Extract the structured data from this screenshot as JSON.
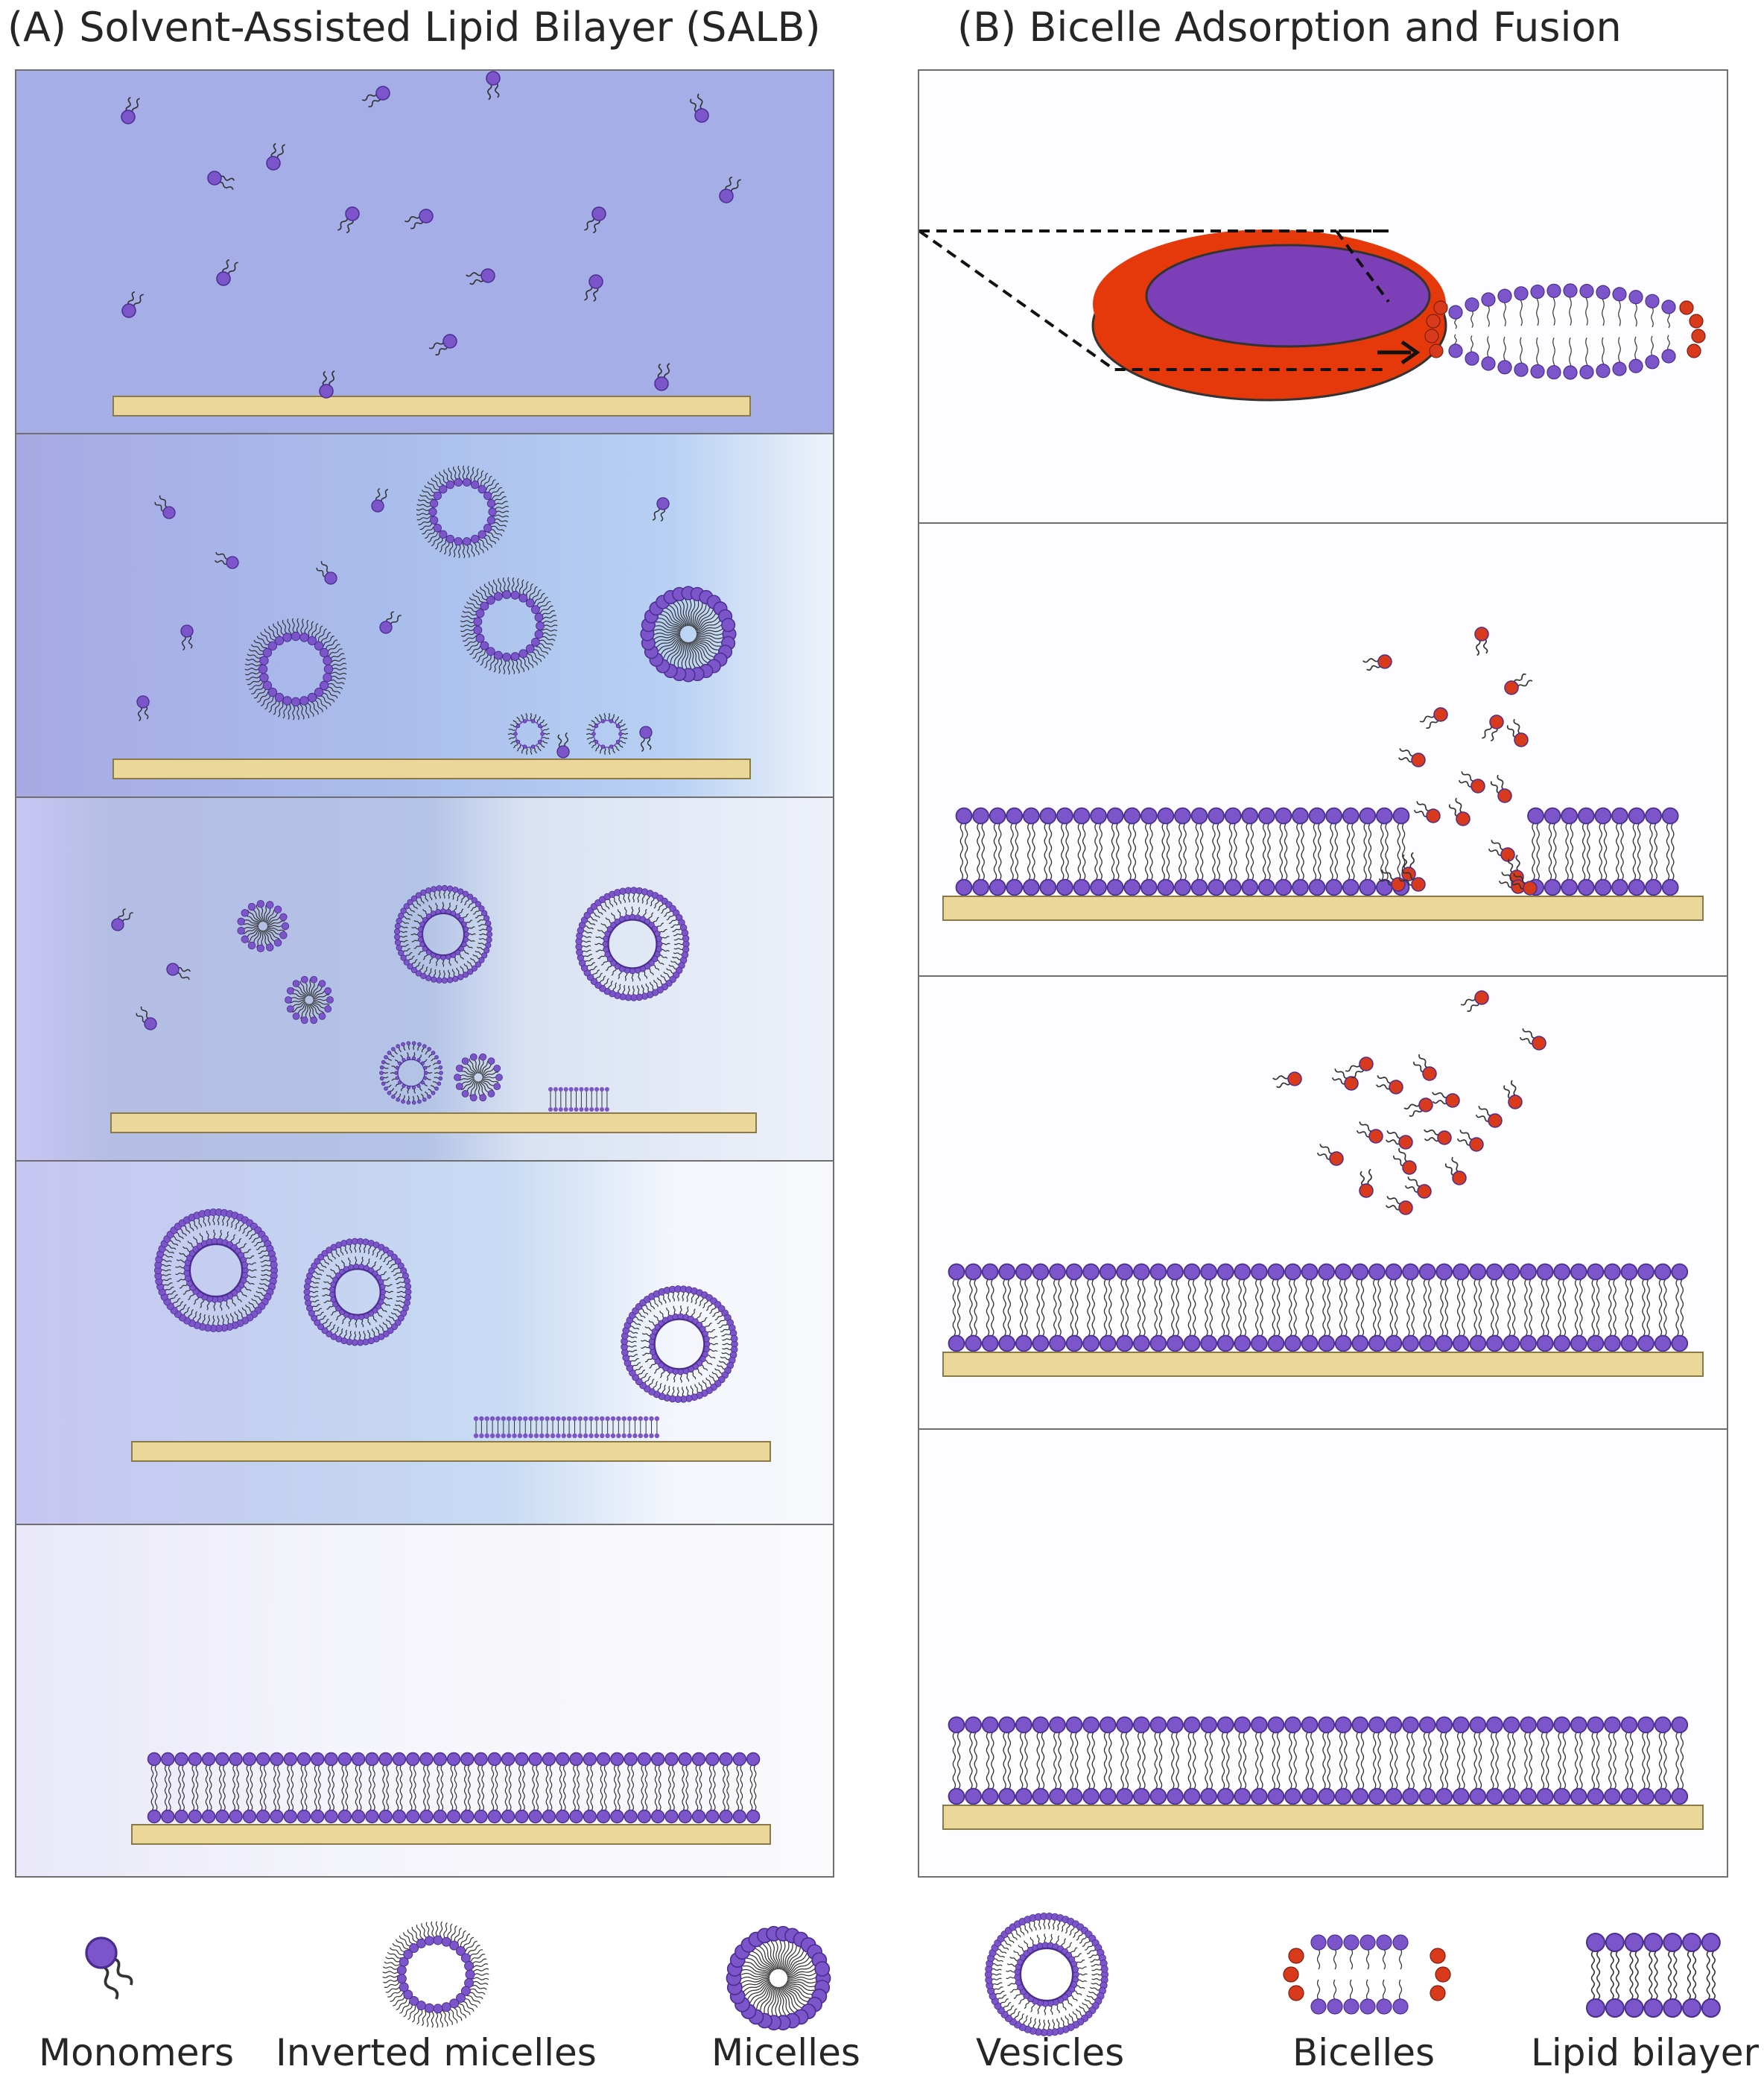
{
  "titles": {
    "a": "(A) Solvent-Assisted Lipid Bilayer (SALB)",
    "b": "(B) Bicelle Adsorption and Fusion"
  },
  "colors": {
    "lipid_head": "#7b55c9",
    "lipid_head_stroke": "#4a2e8f",
    "bicelle_rim": "#d93a1c",
    "substrate": "#ecd79a",
    "substrate_stroke": "#8a7a4a",
    "panel_border": "#6f6f6f",
    "tail": "#333333"
  },
  "legend": {
    "monomers": "Monomers",
    "inverted_micelles": "Inverted micelles",
    "micelles": "Micelles",
    "vesicles": "Vesicles",
    "bicelles": "Bicelles",
    "lipid_bilayer": "Lipid bilayer"
  }
}
